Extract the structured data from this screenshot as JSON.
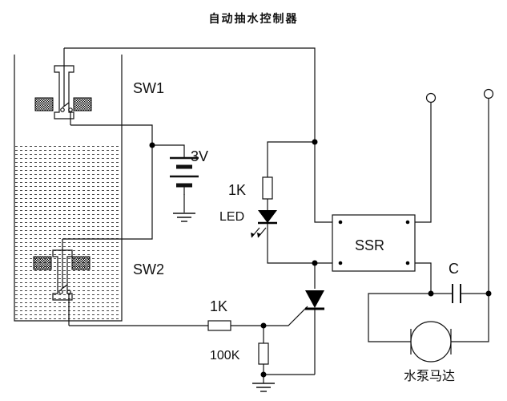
{
  "title": "自动抽水控制器",
  "labels": {
    "sw1": "SW1",
    "sw2": "SW2",
    "battery": "3V",
    "r_led": "1K",
    "led": "LED",
    "ssr": "SSR",
    "r_gate": "1K",
    "r_pulldown": "100K",
    "capacitor": "C",
    "motor": "水泵马达"
  }
}
